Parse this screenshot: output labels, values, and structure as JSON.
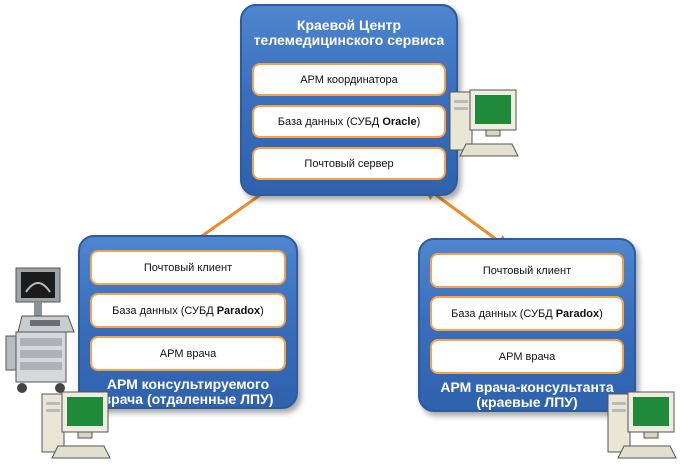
{
  "center": {
    "title_line1": "Краевой Центр",
    "title_line2": "телемедицинского сервиса",
    "items": [
      {
        "text": "АРМ координатора"
      },
      {
        "pre": "База данных (СУБД ",
        "bold": "Oracle",
        "post": ")"
      },
      {
        "text": "Почтовый сервер"
      }
    ]
  },
  "left": {
    "title_line1": "АРМ консультируемого",
    "title_line2": "врача (отдаленные ЛПУ)",
    "items": [
      {
        "text": "Почтовый клиент"
      },
      {
        "pre": "База данных (СУБД ",
        "bold": "Paradox",
        "post": ")"
      },
      {
        "text": "АРМ врача"
      }
    ]
  },
  "right": {
    "title_line1": "АРМ врача-консультанта",
    "title_line2": "(краевые ЛПУ)",
    "items": [
      {
        "text": "Почтовый клиент"
      },
      {
        "pre": "База данных (СУБД ",
        "bold": "Paradox",
        "post": ")"
      },
      {
        "text": "АРМ врача"
      }
    ]
  },
  "colors": {
    "panel_blue": "#3a6fbd",
    "pill_border": "#f5a24a",
    "arrow": "#f08a24"
  },
  "icons": [
    "computer-icon",
    "ultrasound-machine-icon"
  ]
}
